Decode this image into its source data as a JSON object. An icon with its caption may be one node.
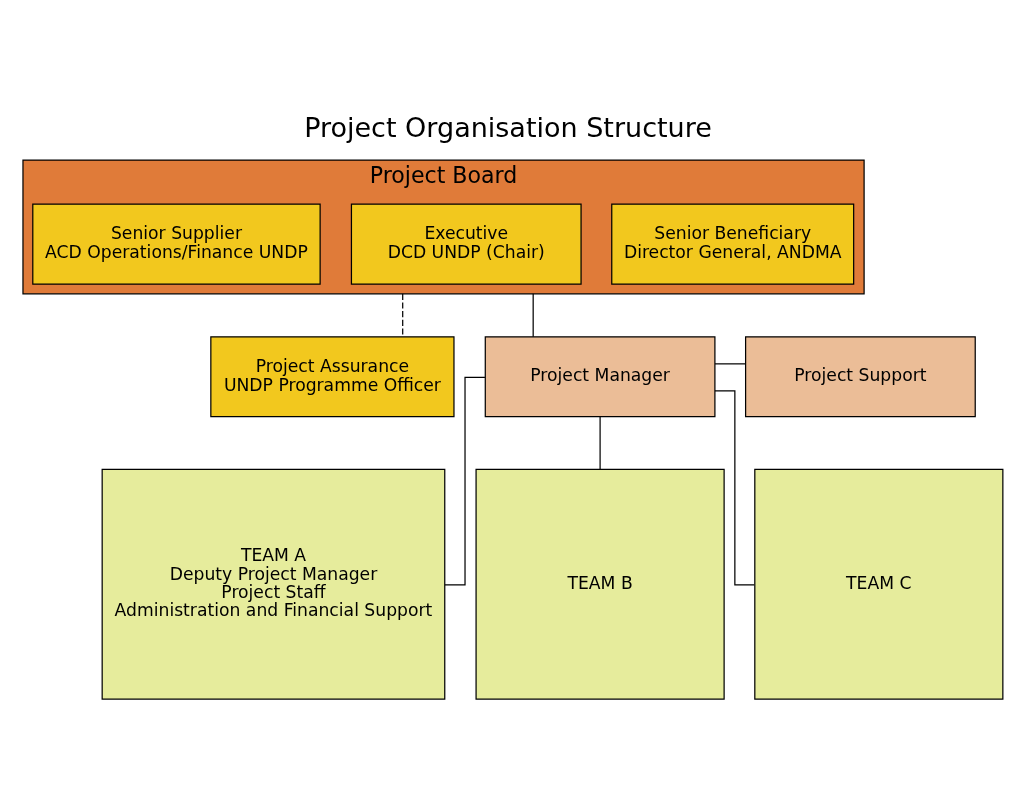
{
  "diagram": {
    "title": "Project Organisation Structure",
    "nodes": [
      {
        "text": [
          "Project Board"
        ]
      },
      {
        "text": [
          "Senior Beneficiary",
          "Director General, ANDMA"
        ],
        "in": 0
      },
      {
        "text": [
          "Executive",
          "DCD UNDP (Chair)"
        ],
        "in": 0
      },
      {
        "text": [
          "Senior Supplier",
          "ACD Operations/Finance UNDP"
        ],
        "in": 0
      },
      {
        "text": [
          "Project Assurance",
          "UNDP Programme Officer"
        ]
      },
      {
        "text": [
          "Project Manager"
        ]
      },
      {
        "text": [
          "Project Support"
        ]
      },
      {
        "text": [
          "TEAM A",
          "Deputy Project Manager",
          "Project Staff",
          "Administration and Financial Support"
        ]
      },
      {
        "text": [
          "TEAM B"
        ]
      },
      {
        "text": [
          "TEAM C"
        ]
      }
    ],
    "edges": [
      {
        "from": 0,
        "to": 4,
        "arrow": "none",
        "style": "dashed"
      },
      {
        "from": 0,
        "to": 5,
        "arrow": "none"
      },
      {
        "from": 5,
        "to": 6,
        "arrow": "none"
      },
      {
        "from": 5,
        "to": 7,
        "arrow": "none"
      },
      {
        "from": 5,
        "to": 8,
        "arrow": "none"
      },
      {
        "from": 5,
        "to": 9,
        "arrow": "none"
      }
    ]
  }
}
